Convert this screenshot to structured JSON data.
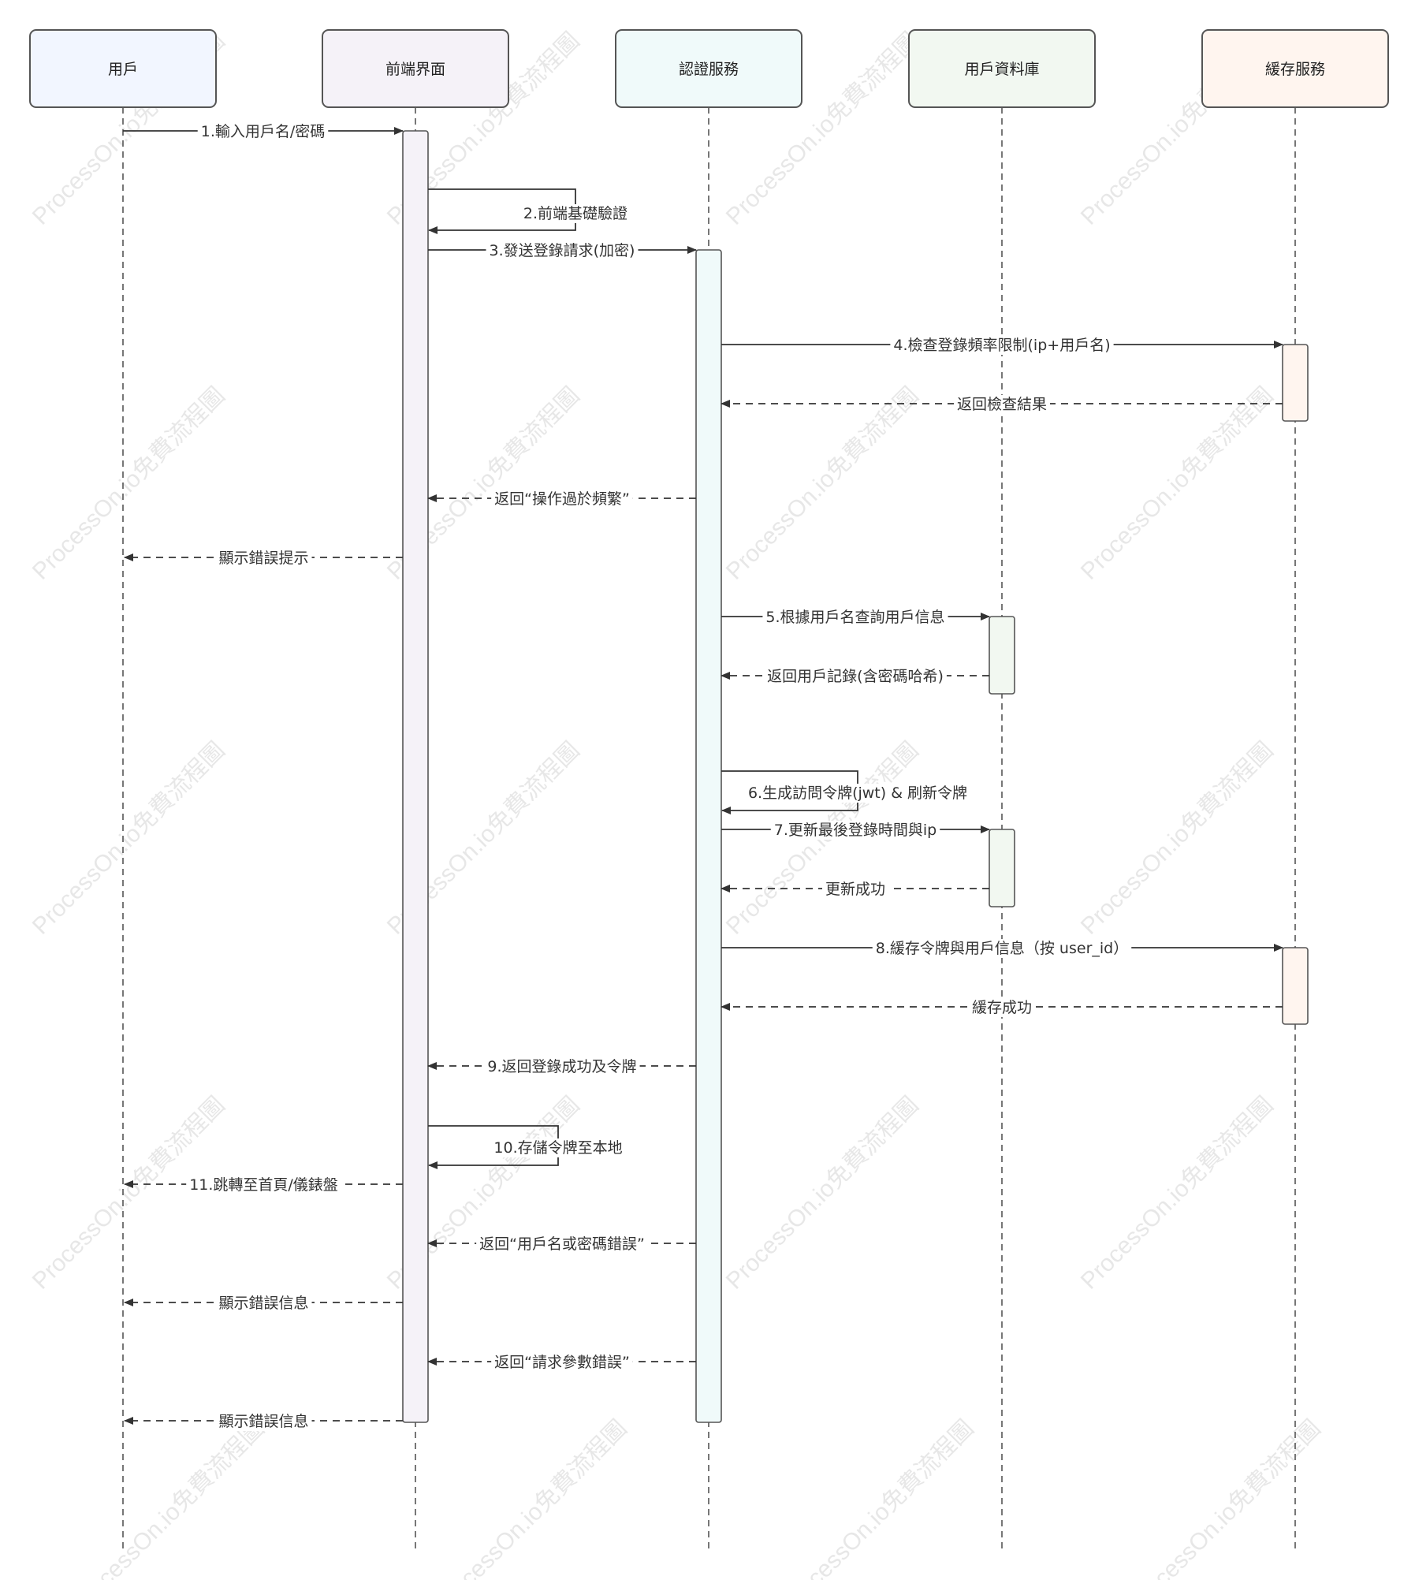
{
  "participants": [
    {
      "label": "用戶",
      "fill": "#f2f6ff"
    },
    {
      "label": "前端界面",
      "fill": "#f5f2f8"
    },
    {
      "label": "認證服務",
      "fill": "#f0fafa"
    },
    {
      "label": "用戶資料庫",
      "fill": "#f2f8f1"
    },
    {
      "label": "緩存服務",
      "fill": "#fff5ef"
    }
  ],
  "messages": [
    {
      "label": "1.輸入用戶名/密碼",
      "from": 0,
      "to": 1,
      "style": "solid"
    },
    {
      "label": "2.前端基礎驗證",
      "from": 1,
      "to": 1,
      "style": "self"
    },
    {
      "label": "3.發送登錄請求(加密)",
      "from": 1,
      "to": 2,
      "style": "solid"
    },
    {
      "label": "4.檢查登錄頻率限制(ip+用戶名)",
      "from": 2,
      "to": 4,
      "style": "solid"
    },
    {
      "label": "返回檢查結果",
      "from": 4,
      "to": 2,
      "style": "dashed"
    },
    {
      "label": "返回“操作過於頻繁”",
      "from": 2,
      "to": 1,
      "style": "dashed"
    },
    {
      "label": "顯示錯誤提示",
      "from": 1,
      "to": 0,
      "style": "dashed"
    },
    {
      "label": "5.根據用戶名查詢用戶信息",
      "from": 2,
      "to": 3,
      "style": "solid"
    },
    {
      "label": "返回用戶記錄(含密碼哈希)",
      "from": 3,
      "to": 2,
      "style": "dashed"
    },
    {
      "label": "6.生成訪問令牌(jwt) & 刷新令牌",
      "from": 2,
      "to": 2,
      "style": "self"
    },
    {
      "label": "7.更新最後登錄時間與ip",
      "from": 2,
      "to": 3,
      "style": "solid"
    },
    {
      "label": "更新成功",
      "from": 3,
      "to": 2,
      "style": "dashed"
    },
    {
      "label": "8.緩存令牌與用戶信息（按 user_id）",
      "from": 2,
      "to": 4,
      "style": "solid"
    },
    {
      "label": "緩存成功",
      "from": 4,
      "to": 2,
      "style": "dashed"
    },
    {
      "label": "9.返回登錄成功及令牌",
      "from": 2,
      "to": 1,
      "style": "dashed"
    },
    {
      "label": "10.存儲令牌至本地",
      "from": 1,
      "to": 1,
      "style": "self"
    },
    {
      "label": "11.跳轉至首頁/儀錶盤",
      "from": 1,
      "to": 0,
      "style": "dashed"
    },
    {
      "label": "返回“用戶名或密碼錯誤”",
      "from": 2,
      "to": 1,
      "style": "dashed"
    },
    {
      "label": "顯示錯誤信息",
      "from": 1,
      "to": 0,
      "style": "dashed"
    },
    {
      "label": "返回“請求參數錯誤”",
      "from": 2,
      "to": 1,
      "style": "dashed"
    },
    {
      "label": "顯示錯誤信息",
      "from": 1,
      "to": 0,
      "style": "dashed"
    }
  ],
  "watermark": "ProcessOn.io免費流程圖",
  "colors": {
    "line": "#555555",
    "arrow": "#333333",
    "box_stroke": "#555555",
    "watermark": "#d4d4d4"
  }
}
